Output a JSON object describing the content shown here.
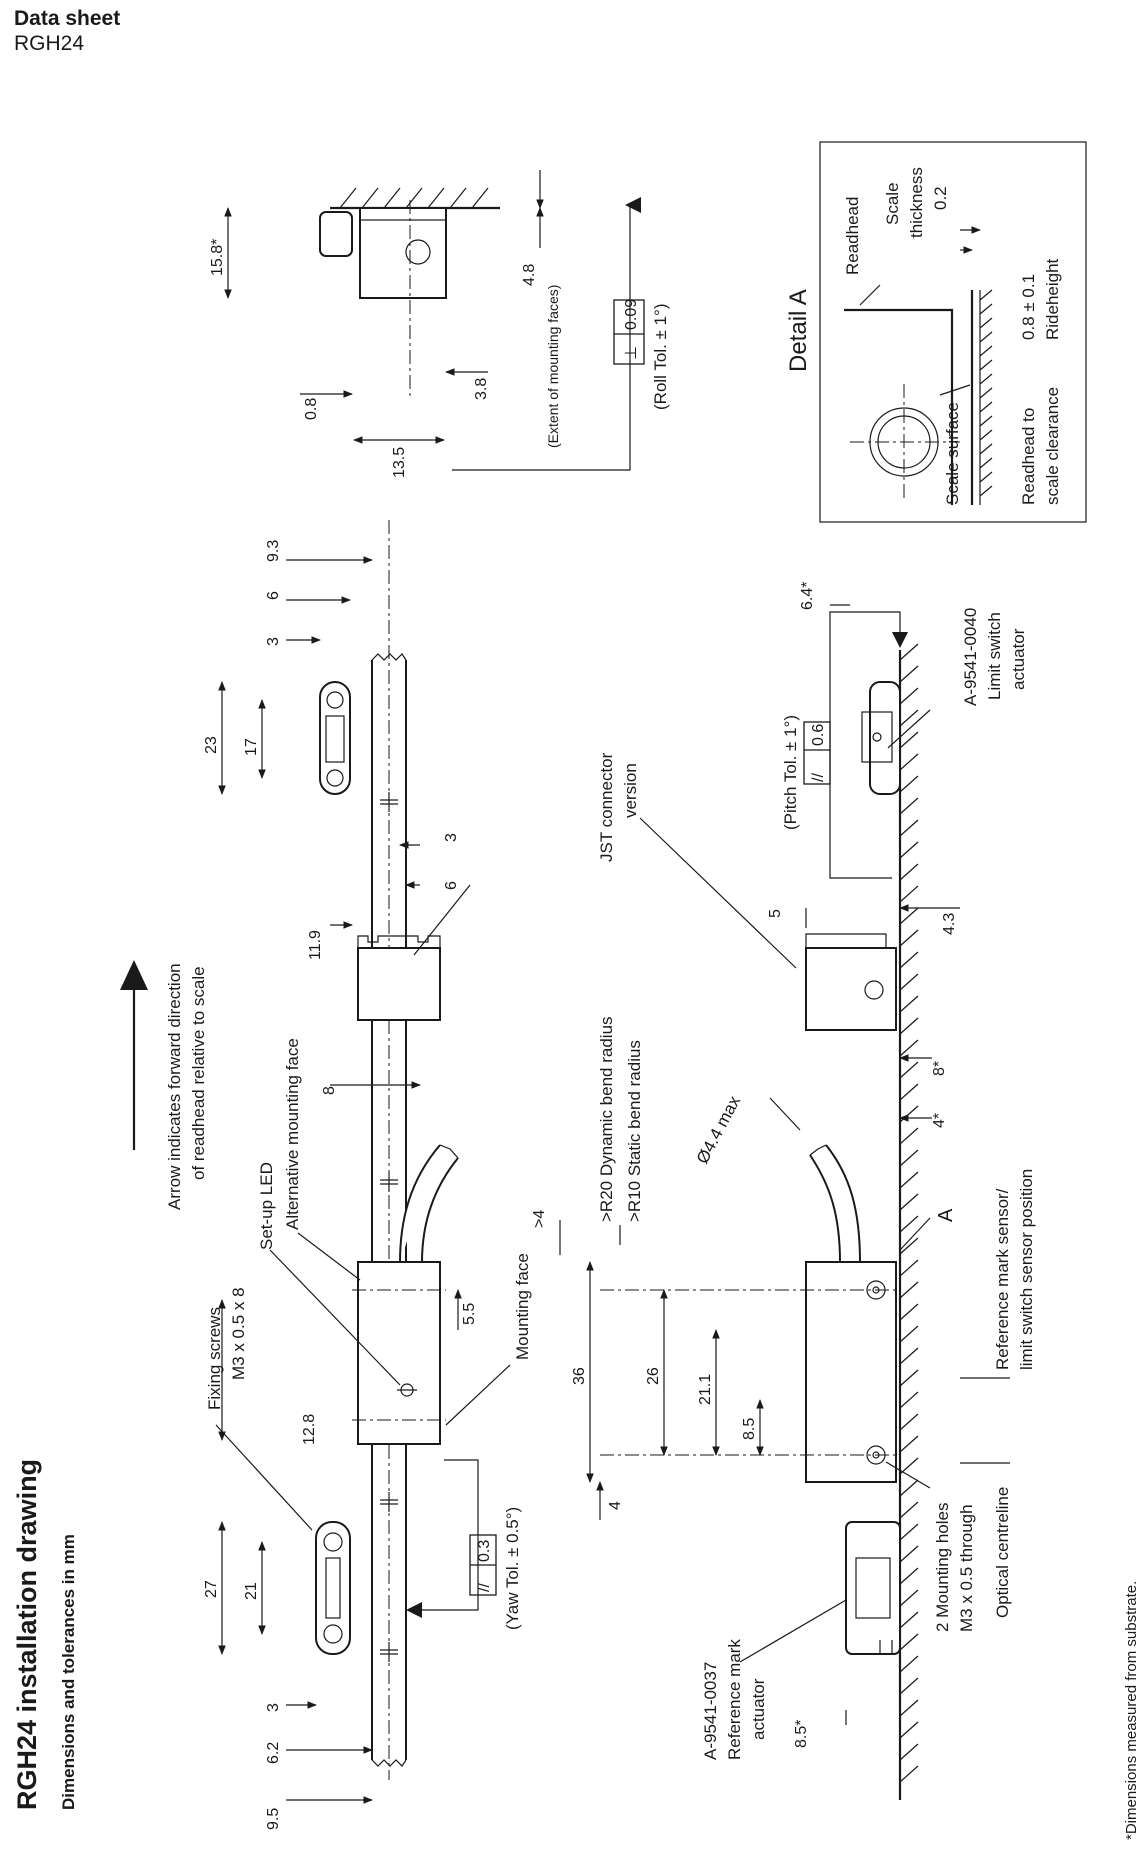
{
  "header": {
    "title": "Data sheet",
    "subtitle": "RGH24"
  },
  "page": {
    "title": "RGH24 installation drawing",
    "subtitle": "Dimensions and tolerances in mm",
    "footnote": "*Dimensions measured from substrate."
  },
  "labels": {
    "arrow_line1": "Arrow indicates forward direction",
    "arrow_line2": "of readhead relative to scale",
    "fixing_line1": "Fixing screws",
    "fixing_line2": "M3 x 0.5 x 8",
    "setup_led": "Set-up LED",
    "alt_mounting": "Alternative mounting face",
    "mounting_face": "Mounting face",
    "yaw_tol": "(Yaw Tol. ± 0.5°)",
    "pitch_tol": "(Pitch Tol. ± 1°)",
    "roll_tol": "(Roll Tol. ± 1°)",
    "jst_line1": "JST connector",
    "jst_line2": "version",
    "bend_dynamic": ">R20 Dynamic bend radius",
    "bend_static": ">R10 Static bend radius",
    "cable_dia": "Ø4.4 max",
    "ref_mark_line1": "Reference mark sensor/",
    "ref_mark_line2": "limit switch sensor position",
    "optical_centreline": "Optical centreline",
    "mounting_holes_line1": "2 Mounting holes",
    "mounting_holes_line2": "M3 x 0.5 through",
    "ref_actuator_line1": "A-9541-0037",
    "ref_actuator_line2": "Reference mark",
    "ref_actuator_line3": "actuator",
    "limit_actuator_line1": "A-9541-0040",
    "limit_actuator_line2": "Limit switch",
    "limit_actuator_line3": "actuator",
    "extent_faces": "(Extent of mounting faces)",
    "detail_title": "Detail A",
    "detail_readhead": "Readhead",
    "detail_scale_thick_1": "Scale",
    "detail_scale_thick_2": "thickness",
    "detail_scale_thick_3": "0.2",
    "detail_scale_surface": "Scale surface",
    "detail_clearance_1": "Readhead to",
    "detail_clearance_2": "scale clearance",
    "detail_ride_1": "0.8 ± 0.1",
    "detail_ride_2": "Rideheight",
    "detail_marker": "A"
  },
  "tolerances": {
    "yaw_symbol": "//",
    "yaw_value": "0.3",
    "pitch_symbol": "//",
    "pitch_value": "0.6",
    "roll_symbol": "⊥",
    "roll_value": "0.09"
  },
  "dimensions": {
    "d_9_5": "9.5",
    "d_6_2": "6.2",
    "d_3_a": "3",
    "d_27": "27",
    "d_21": "21",
    "d_12_8": "12.8",
    "d_5_5": "5.5",
    "d_8": "8",
    "d_11_9": "11.9",
    "d_6_a": "6",
    "d_3_b": "3",
    "d_23": "23",
    "d_17": "17",
    "d_3_c": "3",
    "d_6_b": "6",
    "d_9_3": "9.3",
    "d_15_8": "15.8*",
    "d_0_8": "0.8",
    "d_13_5": "13.5",
    "d_3_8": "3.8",
    "d_4_8": "4.8",
    "d_4_a": "4",
    "d_36": "36",
    "d_26": "26",
    "d_21_1": "21.1",
    "d_8_5": "8.5",
    "d_gt4": ">4",
    "d_4_star": "4*",
    "d_8_star": "8*",
    "d_5": "5",
    "d_4_3": "4.3",
    "d_6_4": "6.4*",
    "d_8_5_star": "8.5*"
  }
}
